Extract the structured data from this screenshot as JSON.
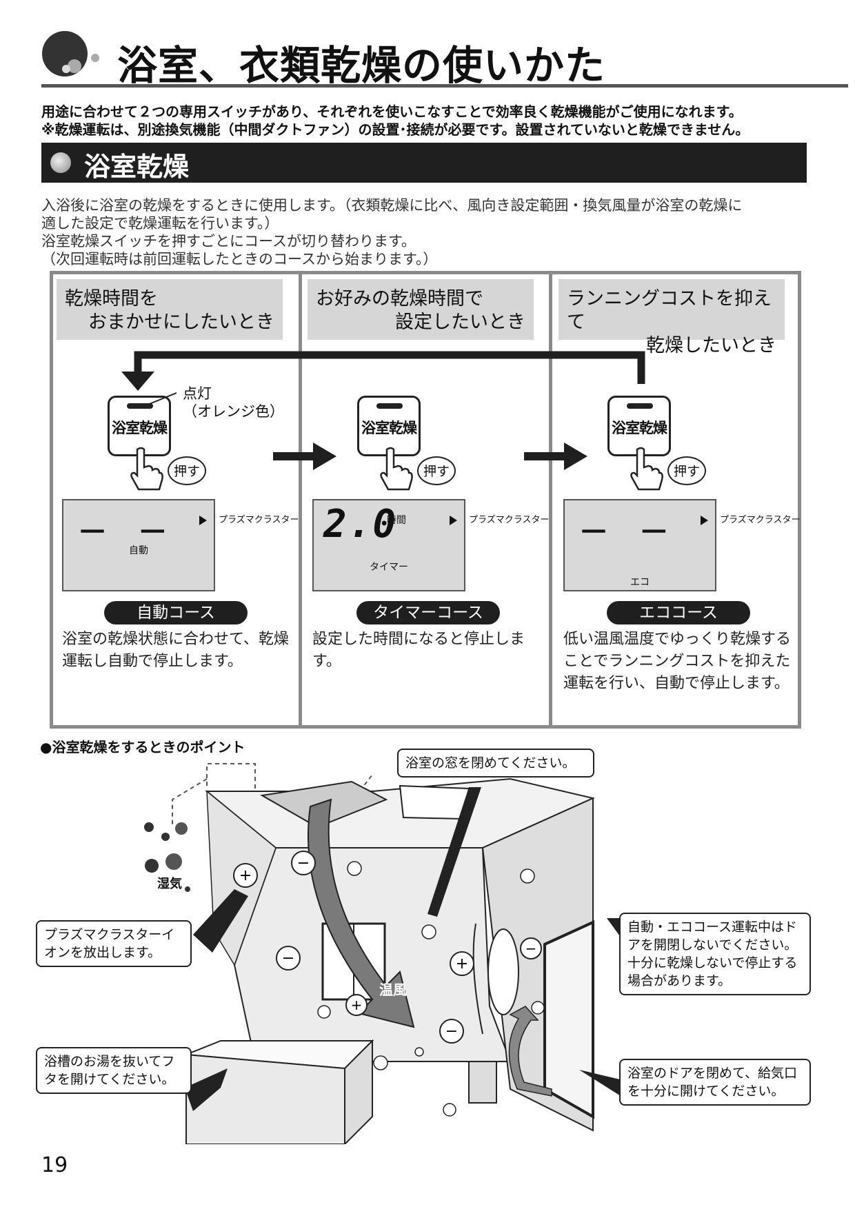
{
  "header": {
    "title": "浴室、衣類乾燥の使いかた"
  },
  "intro": {
    "line1": "用途に合わせて２つの専用スイッチがあり、それぞれを使いこなすことで効率良く乾燥機能がご使用になれます。",
    "line2": "※乾燥運転は、別途換気機能（中間ダクトファン）の設置･接続が必要です。設置されていないと乾燥できません。"
  },
  "section": {
    "title": "浴室乾燥",
    "desc1": "入浴後に浴室の乾燥をするときに使用します。（衣類乾燥に比べ、風向き設定範囲・換気風量が浴室の乾燥に",
    "desc2": "適した設定で乾燥運転を行います。）",
    "desc3": "浴室乾燥スイッチを押すごとにコースが切り替わります。",
    "desc4": "（次回運転時は前回運転したときのコースから始まります。）"
  },
  "columns": [
    {
      "head1": "乾燥時間を",
      "head2": "おまかせにしたいとき",
      "button": "浴室乾燥",
      "push": "押す",
      "lcd_digits": "－ －",
      "lcd_mode": "自動",
      "plasma": "プラズマクラスター",
      "course": "自動コース",
      "desc": "浴室の乾燥状態に合わせて、乾燥運転し自動で停止します。"
    },
    {
      "head1": "お好みの乾燥時間で",
      "head2": "設定したいとき",
      "button": "浴室乾燥",
      "push": "押す",
      "lcd_digits": "2.0",
      "lcd_unit": "時間",
      "lcd_mode": "タイマー",
      "plasma": "プラズマクラスター",
      "course": "タイマーコース",
      "desc": "設定した時間になると停止します。"
    },
    {
      "head1": "ランニングコストを抑えて",
      "head2": "乾燥したいとき",
      "button": "浴室乾燥",
      "push": "押す",
      "lcd_digits": "－ －",
      "lcd_mode": "エコ",
      "plasma": "プラズマクラスター",
      "course": "エココース",
      "desc": "低い温風温度でゆっくり乾燥することでランニングコストを抑えた運転を行い、自動で停止します。"
    }
  ],
  "lamp_note": {
    "line1": "点灯",
    "line2": "（オレンジ色）"
  },
  "points": {
    "heading": "●浴室乾燥をするときのポイント",
    "window": "浴室の窓を閉めてください。",
    "plasma_ion": "プラズマクラスターイオンを放出します。",
    "humidity": "湿気",
    "warm_air": "温風",
    "door_warning": "自動・エココース運転中はドアを開閉しないでください。十分に乾燥しないで停止する場合があります。",
    "tub": "浴槽のお湯を抜いてフタを開けてください。",
    "door_vent": "浴室のドアを閉めて、給気口を十分に開けてください。"
  },
  "page_number": "19",
  "colors": {
    "dark": "#1f1f1f",
    "panel_border": "#8a8a8a",
    "header_gray": "#d6d6d6",
    "lcd_gray": "#d9d9d9"
  }
}
